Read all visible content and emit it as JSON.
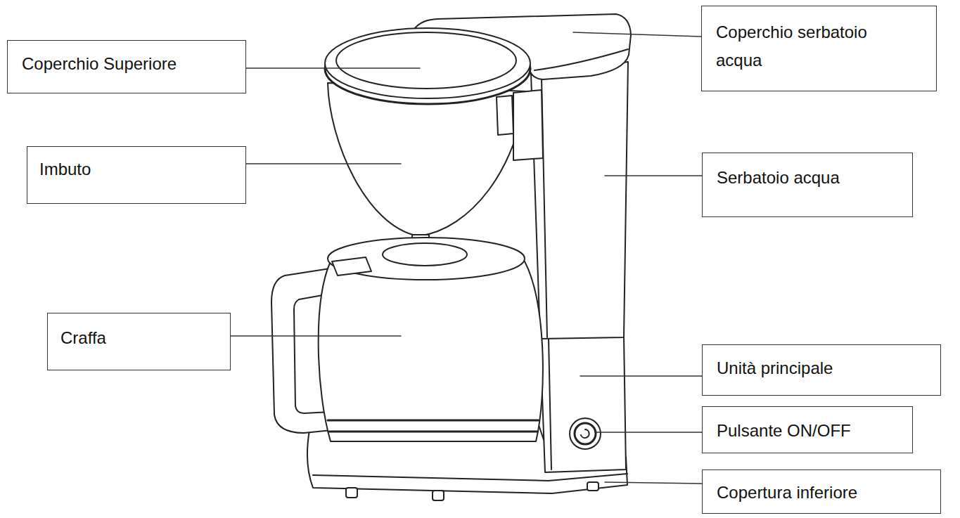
{
  "diagram": {
    "nodes": [
      {
        "text": [
          "Coperchio serbatoio acqua"
        ]
      },
      {
        "text": [
          "Coperchio Superiore"
        ]
      },
      {
        "text": [
          "Imbuto"
        ]
      },
      {
        "text": [
          "Serbatoio acqua"
        ]
      },
      {
        "text": [
          "Craffa"
        ]
      },
      {
        "text": [
          "Unità principale"
        ]
      },
      {
        "text": [
          "Pulsante ON/OFF"
        ]
      },
      {
        "text": [
          "Copertura inferiore"
        ]
      }
    ]
  }
}
